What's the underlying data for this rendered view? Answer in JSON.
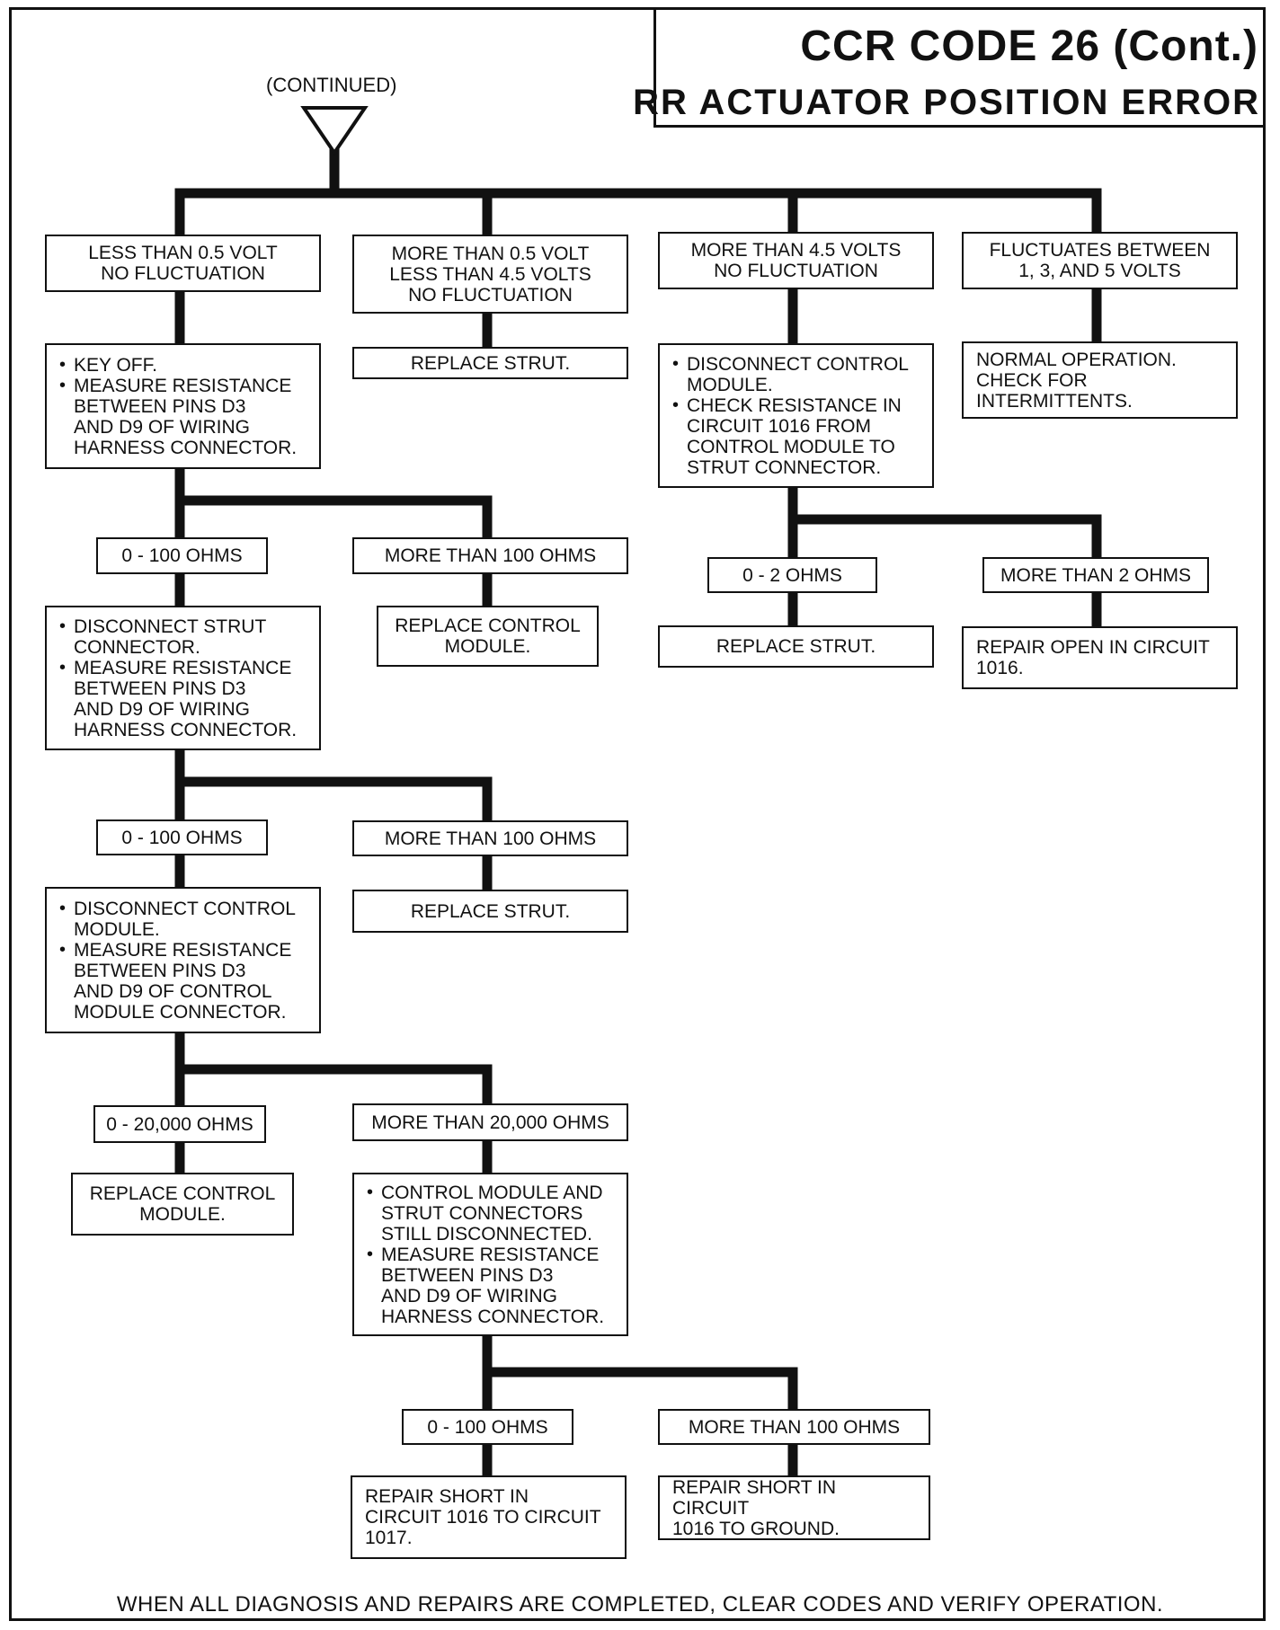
{
  "header": {
    "title": "CCR CODE 26 (Cont.)",
    "subtitle": "RR ACTUATOR POSITION ERROR",
    "continued_label": "(CONTINUED)"
  },
  "boxes": {
    "cond_lt_05": "LESS THAN 0.5 VOLT\nNO FLUCTUATION",
    "cond_05_45": "MORE THAN 0.5 VOLT\nLESS THAN 4.5 VOLTS\nNO FLUCTUATION",
    "cond_gt_45": "MORE THAN 4.5 VOLTS\nNO FLUCTUATION",
    "cond_fluct": "FLUCTUATES BETWEEN\n1, 3, AND 5 VOLTS",
    "step_key_off": [
      "KEY OFF.",
      "MEASURE RESISTANCE\nBETWEEN PINS D3\nAND D9 OF WIRING\nHARNESS CONNECTOR."
    ],
    "replace_strut_1": "REPLACE STRUT.",
    "step_disc_cm_1": [
      "DISCONNECT CONTROL\nMODULE.",
      "CHECK RESISTANCE IN\nCIRCUIT 1016 FROM\nCONTROL MODULE TO\nSTRUT CONNECTOR."
    ],
    "normal_op": "NORMAL OPERATION.\nCHECK FOR\nINTERMITTENTS.",
    "ohms_0_100_a": "0 - 100 OHMS",
    "ohms_gt100_a": "MORE THAN 100 OHMS",
    "ohms_0_2": "0 - 2 OHMS",
    "ohms_gt2": "MORE THAN 2 OHMS",
    "step_disc_strut": [
      "DISCONNECT STRUT\nCONNECTOR.",
      "MEASURE RESISTANCE\nBETWEEN PINS D3\nAND D9 OF WIRING\nHARNESS CONNECTOR."
    ],
    "replace_cm_1": "REPLACE CONTROL\nMODULE.",
    "replace_strut_2": "REPLACE STRUT.",
    "repair_open": "REPAIR OPEN IN CIRCUIT\n1016.",
    "ohms_0_100_b": "0 - 100 OHMS",
    "ohms_gt100_b": "MORE THAN 100 OHMS",
    "step_disc_cm_2": [
      "DISCONNECT CONTROL\nMODULE.",
      "MEASURE RESISTANCE\nBETWEEN PINS D3\nAND D9 OF CONTROL\nMODULE CONNECTOR."
    ],
    "replace_strut_3": "REPLACE STRUT.",
    "ohms_0_20000": "0 - 20,000 OHMS",
    "ohms_gt20000": "MORE THAN 20,000 OHMS",
    "replace_cm_2": "REPLACE CONTROL\nMODULE.",
    "step_still_disc": [
      "CONTROL MODULE AND\nSTRUT CONNECTORS\nSTILL DISCONNECTED.",
      "MEASURE RESISTANCE\nBETWEEN PINS D3\nAND D9 OF WIRING\nHARNESS CONNECTOR."
    ],
    "ohms_0_100_c": "0 - 100 OHMS",
    "ohms_gt100_c": "MORE THAN 100 OHMS",
    "repair_short_1017": "REPAIR SHORT IN\nCIRCUIT 1016 TO CIRCUIT\n1017.",
    "repair_short_ground": "REPAIR SHORT IN CIRCUIT\n1016 TO GROUND."
  },
  "footer": "WHEN ALL DIAGNOSIS AND REPAIRS ARE COMPLETED, CLEAR CODES AND VERIFY OPERATION."
}
